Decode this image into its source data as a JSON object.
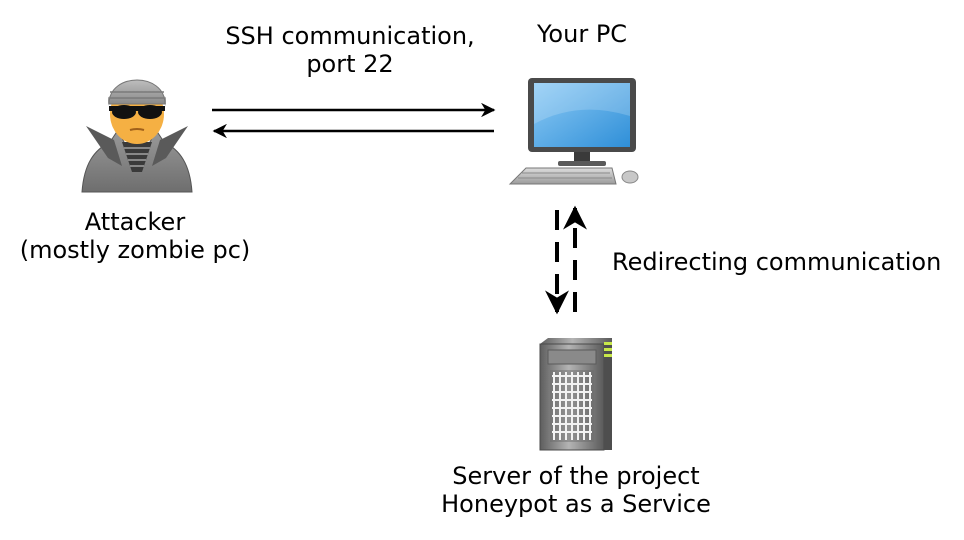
{
  "labels": {
    "ssh_line1": "SSH communication,",
    "ssh_line2": "port 22",
    "your_pc": "Your PC",
    "attacker_line1": "Attacker",
    "attacker_line2": "(mostly zombie pc)",
    "redirecting": "Redirecting communication",
    "server_line1": "Server of the project",
    "server_line2": "Honeypot as a Service"
  },
  "icons": {
    "attacker": "hooded-spy-icon",
    "pc": "desktop-computer-icon",
    "server": "server-tower-icon"
  },
  "colors": {
    "monitor_screen": "#5aaee8",
    "attacker_face": "#f5b043",
    "server_led": "#c8e84a",
    "arrow": "#000000"
  }
}
